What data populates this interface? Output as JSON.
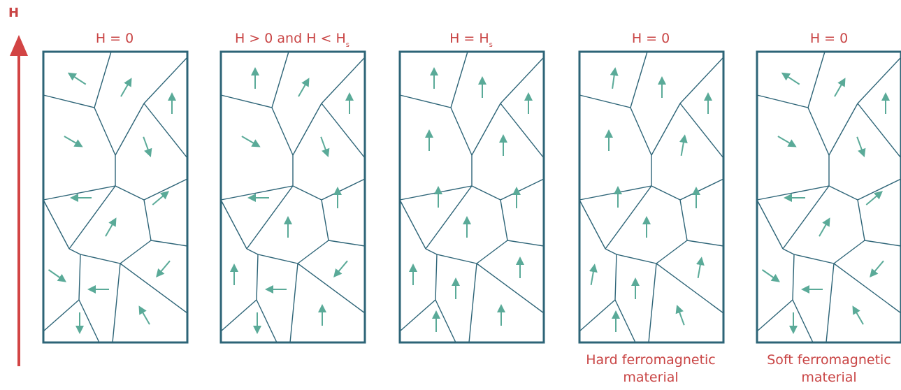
{
  "axis_label": "H",
  "colors": {
    "accent": "#d24444",
    "frame": "#2d6477",
    "arrow": "#5aaa98"
  },
  "panels": [
    {
      "title": {
        "main": "H = 0",
        "sub": ""
      },
      "caption": [],
      "variant": "initial"
    },
    {
      "title": {
        "main": "H > 0 and H < H",
        "sub": "s"
      },
      "caption": [],
      "variant": "partial"
    },
    {
      "title": {
        "main": "H = H",
        "sub": "s"
      },
      "caption": [],
      "variant": "saturated"
    },
    {
      "title": {
        "main": "H = 0",
        "sub": ""
      },
      "caption": [
        "Hard ferromagnetic",
        "material"
      ],
      "variant": "hard"
    },
    {
      "title": {
        "main": "H = 0",
        "sub": ""
      },
      "caption": [
        "Soft ferromagnetic",
        "material"
      ],
      "variant": "soft"
    }
  ]
}
